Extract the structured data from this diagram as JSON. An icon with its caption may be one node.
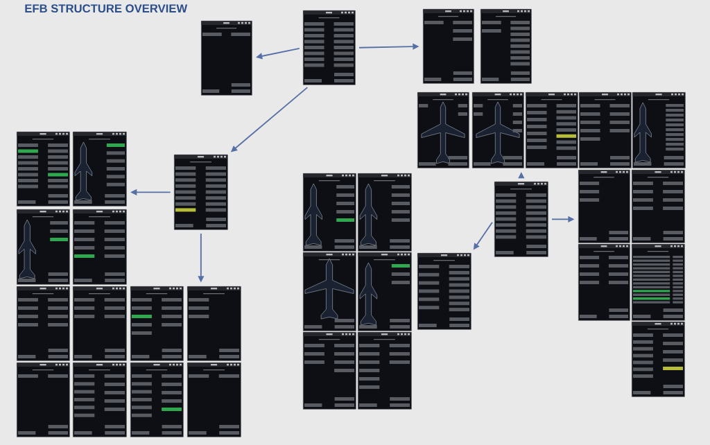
{
  "diagram": {
    "title": "EFB STRUCTURE OVERVIEW",
    "nodes": [
      {
        "text": [],
        "shape": "picture"
      },
      {
        "text": [],
        "shape": "picture"
      },
      {
        "text": [],
        "shape": "picture"
      },
      {
        "text": [],
        "shape": "picture"
      },
      {
        "text": [],
        "shape": "picture"
      },
      {
        "text": [],
        "shape": "picture"
      },
      {
        "text": [],
        "shape": "picture"
      },
      {
        "text": [],
        "shape": "picture"
      },
      {
        "text": [],
        "shape": "picture"
      },
      {
        "text": [],
        "shape": "picture"
      },
      {
        "text": [],
        "shape": "picture"
      },
      {
        "text": [],
        "shape": "picture"
      },
      {
        "text": [],
        "shape": "picture"
      },
      {
        "text": [],
        "shape": "picture"
      },
      {
        "text": [],
        "shape": "picture"
      },
      {
        "text": [],
        "shape": "picture"
      },
      {
        "text": [],
        "shape": "picture"
      },
      {
        "text": [],
        "shape": "picture"
      },
      {
        "text": [],
        "shape": "picture"
      },
      {
        "text": [],
        "shape": "picture"
      },
      {
        "text": [],
        "shape": "picture"
      },
      {
        "text": [],
        "shape": "picture"
      },
      {
        "text": [],
        "shape": "picture"
      },
      {
        "text": [],
        "shape": "picture"
      },
      {
        "text": [],
        "shape": "picture"
      },
      {
        "text": [],
        "shape": "picture"
      },
      {
        "text": [],
        "shape": "picture"
      },
      {
        "text": [],
        "shape": "picture"
      },
      {
        "text": [],
        "shape": "picture"
      },
      {
        "text": [],
        "shape": "picture"
      },
      {
        "text": [],
        "shape": "picture"
      },
      {
        "text": [],
        "shape": "picture"
      },
      {
        "text": [],
        "shape": "picture"
      },
      {
        "text": [],
        "shape": "picture"
      },
      {
        "text": [],
        "shape": "picture"
      }
    ],
    "edges": [
      {
        "from": 1,
        "to": 0,
        "arrow": "to"
      },
      {
        "from": 1,
        "to": 2,
        "arrow": "to"
      },
      {
        "from": 1,
        "to": 22,
        "arrow": "to"
      },
      {
        "from": 22,
        "to": 24,
        "arrow": "to"
      },
      {
        "from": 22,
        "to": 30,
        "arrow": "to"
      },
      {
        "from": 9,
        "to": 5,
        "arrow": "to"
      },
      {
        "from": 9,
        "to": 11,
        "arrow": "to"
      },
      {
        "from": 9,
        "to": 10,
        "arrow": "to"
      }
    ]
  }
}
